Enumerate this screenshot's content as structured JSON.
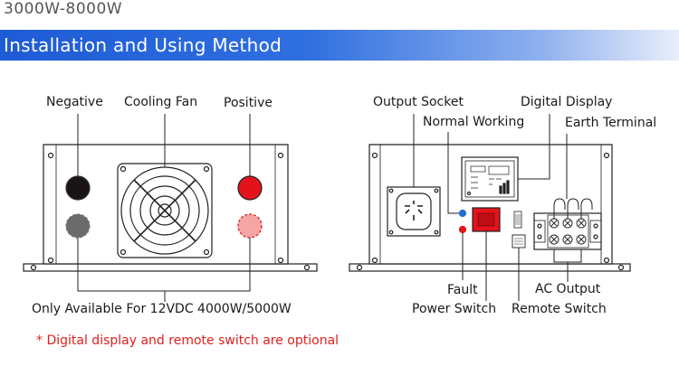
{
  "model": "3000W-8000W",
  "banner_title": "Installation and Using Method",
  "left_panel": {
    "negative": "Negative",
    "cooling_fan": "Cooling Fan",
    "positive": "Positive",
    "note": "Only Available For 12VDC 4000W/5000W"
  },
  "right_panel": {
    "output_socket": "Output Socket",
    "digital_display": "Digital Display",
    "normal_working": "Normal Working",
    "earth_terminal": "Earth Terminal",
    "fault": "Fault",
    "ac_output": "AC Output",
    "power_switch": "Power Switch",
    "remote_switch": "Remote Switch"
  },
  "footnote": "* Digital display and remote switch are optional",
  "colors": {
    "banner": "#1e5bd6",
    "positive_terminal": "#e3131b",
    "negative_terminal": "#1a1414",
    "status_led_normal": "#1e6fd0",
    "status_led_fault": "#e3131b",
    "power_switch": "#e3131b",
    "footnote": "#e0201c"
  },
  "icons": {
    "fan": "fan-grill-icon",
    "socket": "universal-socket-icon",
    "display": "digital-display-icon",
    "terminal": "terminal-block-icon"
  }
}
